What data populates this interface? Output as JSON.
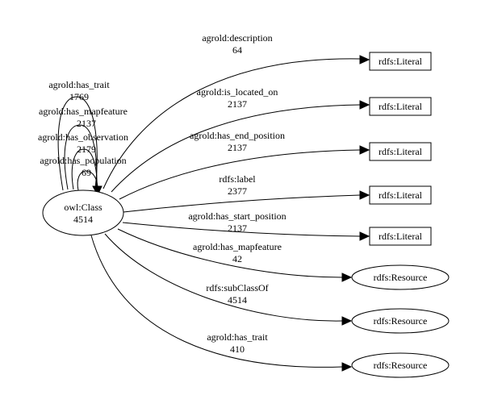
{
  "center": {
    "label": "owl:Class",
    "count": "4514"
  },
  "targets": [
    {
      "label": "rdfs:Literal"
    },
    {
      "label": "rdfs:Literal"
    },
    {
      "label": "rdfs:Literal"
    },
    {
      "label": "rdfs:Literal"
    },
    {
      "label": "rdfs:Literal"
    },
    {
      "label": "rdfs:Resource"
    },
    {
      "label": "rdfs:Resource"
    },
    {
      "label": "rdfs:Resource"
    }
  ],
  "edges": [
    {
      "property": "agrold:description",
      "count": "64"
    },
    {
      "property": "agrold:is_located_on",
      "count": "2137"
    },
    {
      "property": "agrold:has_end_position",
      "count": "2137"
    },
    {
      "property": "rdfs:label",
      "count": "2377"
    },
    {
      "property": "agrold:has_start_position",
      "count": "2137"
    },
    {
      "property": "agrold:has_mapfeature",
      "count": "42"
    },
    {
      "property": "rdfs:subClassOf",
      "count": "4514"
    },
    {
      "property": "agrold:has_trait",
      "count": "410"
    }
  ],
  "self_loops": [
    {
      "property": "agrold:has_trait",
      "count": "1769"
    },
    {
      "property": "agrold:has_mapfeature",
      "count": "2137"
    },
    {
      "property": "agrold:has_observation",
      "count": "2179"
    },
    {
      "property": "agrold:has_population",
      "count": "69"
    }
  ]
}
